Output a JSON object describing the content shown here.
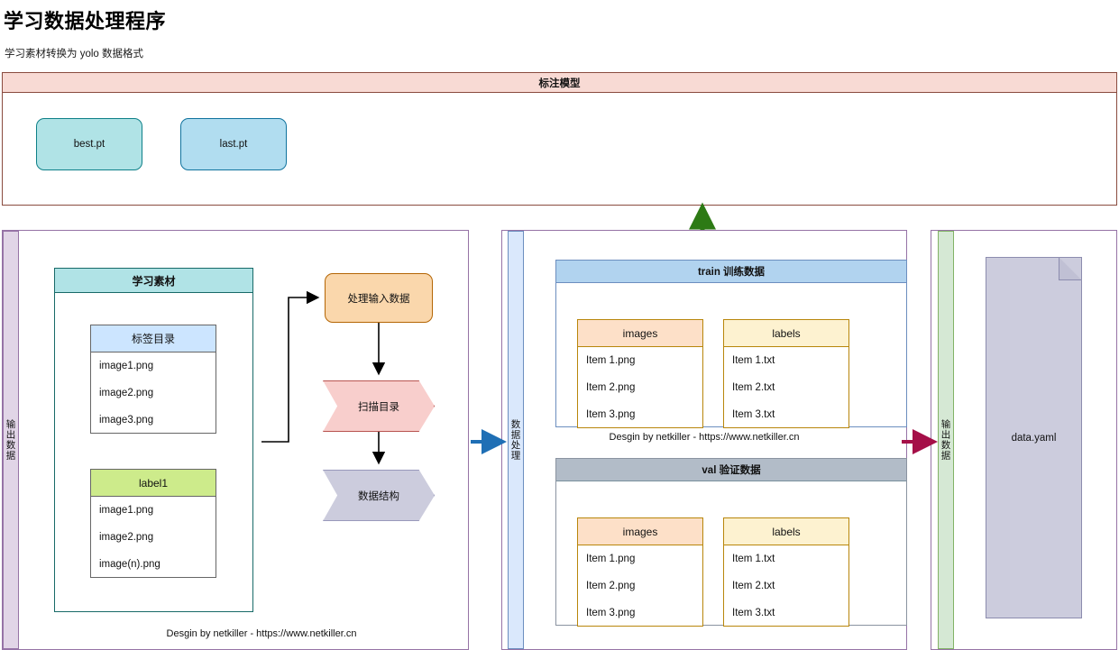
{
  "page": {
    "title": "学习数据处理程序",
    "subtitle": "学习素材转换为 yolo 数据格式"
  },
  "model_section": {
    "header": "标注模型",
    "models": [
      {
        "label": "best.pt",
        "color": "#b0e3e6"
      },
      {
        "label": "last.pt",
        "color": "#b1ddf0"
      }
    ]
  },
  "left_section": {
    "band_label": "输出数据",
    "band_color": "#e1d5e7",
    "study_material": {
      "header": "学习素材",
      "header_color": "#b0e3e6",
      "tag_dir": {
        "header": "标签目录",
        "header_color": "#cce5ff",
        "items": [
          "image1.png",
          "image2.png",
          "image3.png"
        ]
      },
      "label1": {
        "header": "label1",
        "header_color": "#cdeb8b",
        "items": [
          "image1.png",
          "image2.png",
          "image(n).png"
        ]
      }
    },
    "credit": "Desgin by netkiller - https://www.netkiller.cn"
  },
  "flow": {
    "process_input": "处理输入数据",
    "scan_dir": "扫描目录",
    "data_structure": "数据结构"
  },
  "middle_section": {
    "band_label": "数据处理",
    "band_color": "#dae8fc",
    "train": {
      "header": "train 训练数据",
      "header_color": "#b1d3ef",
      "images": {
        "header": "images",
        "header_color": "#fde0c8",
        "items": [
          "Item 1.png",
          "Item 2.png",
          "Item 3.png"
        ]
      },
      "labels": {
        "header": "labels",
        "header_color": "#fdf2d0",
        "items": [
          "Item 1.txt",
          "Item 2.txt",
          "Item 3.txt"
        ]
      }
    },
    "val": {
      "header": "val 验证数据",
      "header_color": "#b2bcc8",
      "images": {
        "header": "images",
        "header_color": "#fde0c8",
        "items": [
          "Item 1.png",
          "Item 2.png",
          "Item 3.png"
        ]
      },
      "labels": {
        "header": "labels",
        "header_color": "#fdf2d0",
        "items": [
          "Item 1.txt",
          "Item 2.txt",
          "Item 3.txt"
        ]
      }
    },
    "credit": "Desgin by netkiller - https://www.netkiller.cn"
  },
  "right_section": {
    "band_label": "输出数据",
    "band_color": "#d5e8d4",
    "note": "data.yaml"
  },
  "arrows": {
    "up_arrow_color": "#2d7a15",
    "left_to_middle_color": "#1f6fb5",
    "middle_to_right_color": "#a50f48",
    "flow_arrow_color": "#000000"
  }
}
